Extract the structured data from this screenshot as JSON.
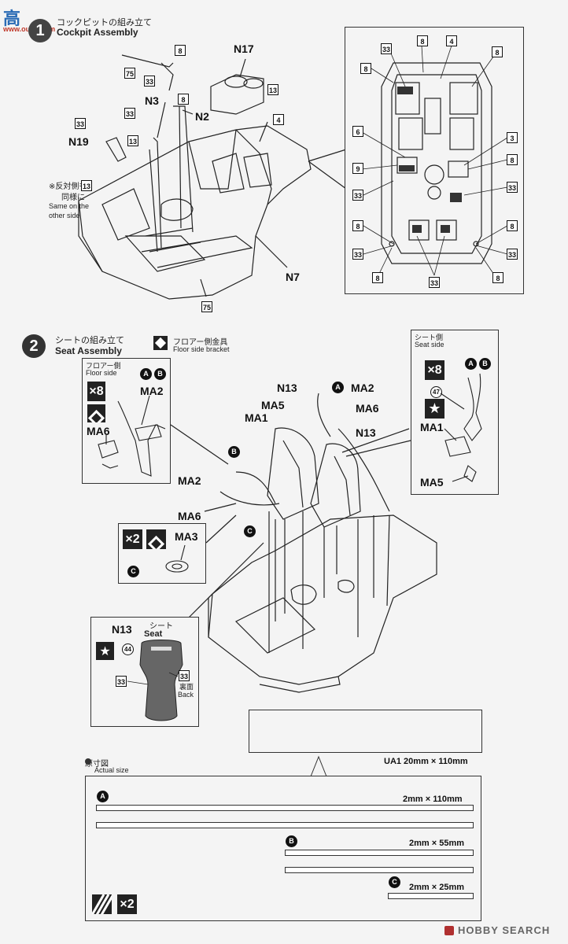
{
  "watermark_top": {
    "logo_text": "高",
    "site": "www.ouou.com"
  },
  "step1": {
    "title_jp": "コックピットの組み立て",
    "title_en": "Cockpit Assembly",
    "part_labels": [
      "N17",
      "N3",
      "N2",
      "N19",
      "N7",
      "4",
      "13",
      "8",
      "75",
      "33"
    ],
    "note_jp_1": "※反対側も",
    "note_jp_2": "同様に",
    "note_en_1": "Same on the",
    "note_en_2": "other side",
    "detail_labels": [
      "33",
      "8",
      "4",
      "8",
      "8",
      "6",
      "9",
      "33",
      "3",
      "8",
      "33",
      "8",
      "33",
      "8",
      "8",
      "33",
      "33",
      "8"
    ]
  },
  "step2": {
    "number": "2",
    "title_jp": "シートの組み立て",
    "title_en": "Seat Assembly",
    "bracket_jp": "フロアー側金具",
    "bracket_en": "Floor side bracket",
    "floor_side_jp": "フロアー側",
    "floor_side_en": "Floor side",
    "seat_side_jp": "シート側",
    "seat_side_en": "Seat side",
    "x8": "×8",
    "x2": "×2",
    "labels": {
      "ma1": "MA1",
      "ma2": "MA2",
      "ma3": "MA3",
      "ma5": "MA5",
      "ma6": "MA6",
      "n13": "N13",
      "a": "A",
      "b": "B",
      "c": "C",
      "n47": "47",
      "n44": "44"
    },
    "seat_box": {
      "part": "N13",
      "jp": "シート",
      "en": "Seat",
      "back_jp": "裏面",
      "back_en": "Back",
      "decal": "33"
    }
  },
  "actual_size": {
    "title_jp": "原寸図",
    "title_en": "Actual size",
    "ua1": "UA1 20mm × 110mm",
    "a_dim": "2mm × 110mm",
    "b_dim": "2mm × 55mm",
    "c_dim": "2mm × 25mm",
    "x2": "×2"
  },
  "footer": {
    "brand": "HOBBY SEARCH"
  }
}
